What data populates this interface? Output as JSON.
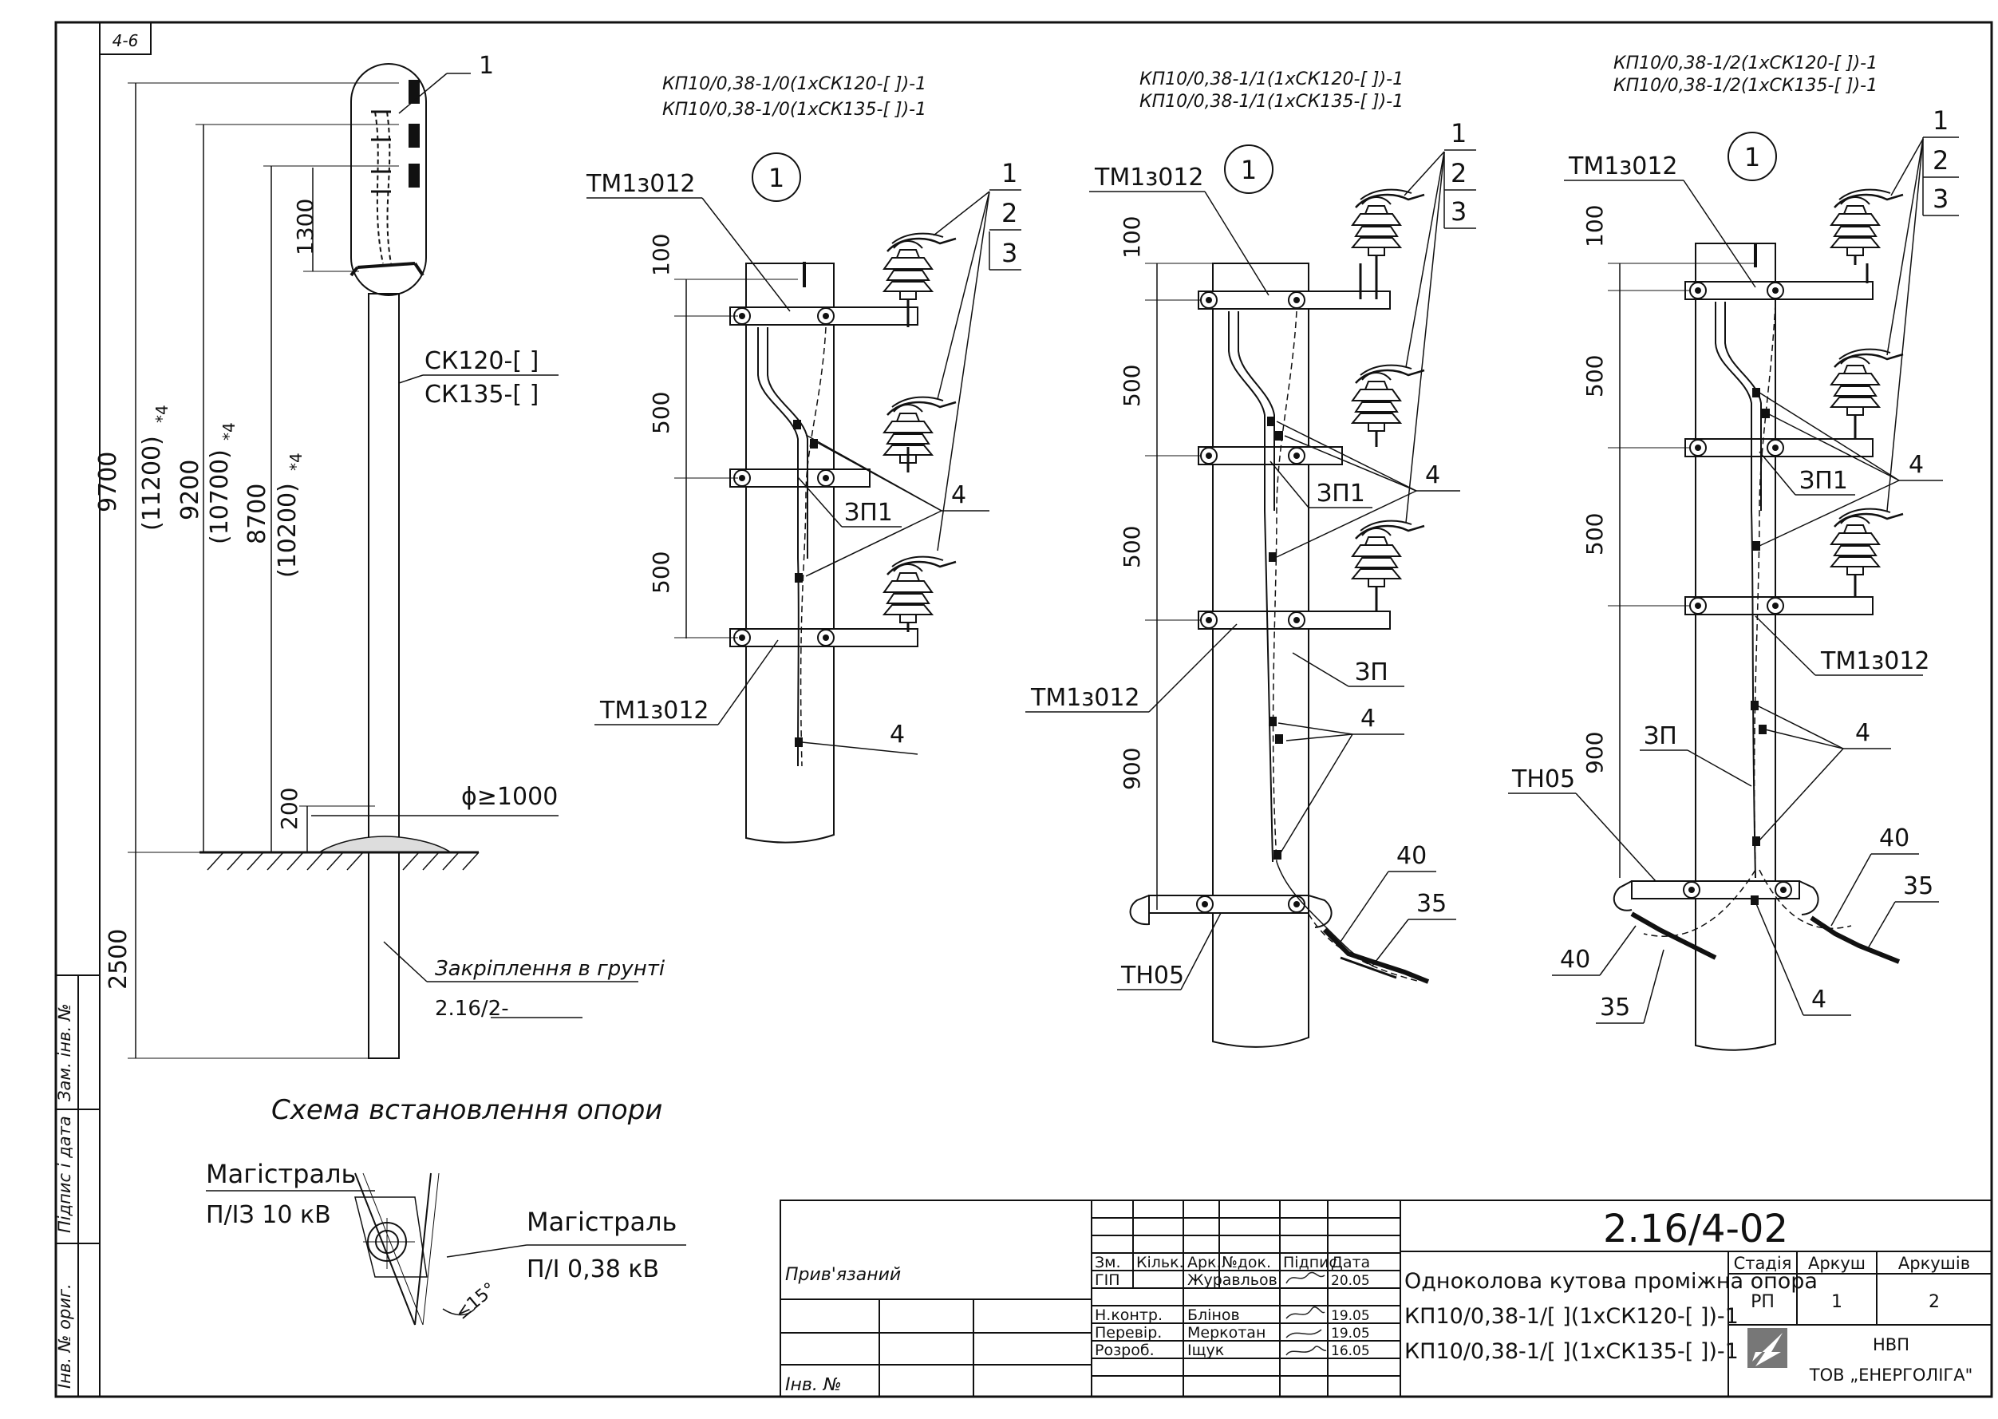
{
  "sheet": {
    "corner_code": "4-6",
    "drawing_number": "2.16/4-02",
    "side_strip": [
      "Інв. № ориг.",
      "Підпис і дата",
      "Зам. інв. №"
    ]
  },
  "left_pole": {
    "callout": "1",
    "dims": [
      "1300",
      "200",
      "2500"
    ],
    "heights": [
      [
        "9700",
        "(11200)"
      ],
      [
        "9200",
        "(10700)"
      ],
      [
        "8700",
        "(10200)"
      ]
    ],
    "note_mark": "*4",
    "pole_types": [
      "СК120-[   ]",
      "СК135-[   ]"
    ],
    "diameter": "ϕ≥1000",
    "ground_fix_label": "Закріплення в грунті",
    "ground_fix_ref": "2.16/2-"
  },
  "scheme": {
    "title": "Схема встановлення опори",
    "line1_name": "Магістраль",
    "line1_spec": "П/ІЗ 10 кВ",
    "line2_name": "Магістраль",
    "line2_spec": "П/І 0,38 кВ",
    "angle": "≤15°"
  },
  "view1": {
    "titles": [
      "КП10/0,38-1/0(1хСК120-[ ])-1",
      "КП10/0,38-1/0(1хСК135-[ ])-1"
    ],
    "callout": "1",
    "top_label": "ТМ1з012",
    "bottom_label": "ТМ1з012",
    "zp_label": "ЗП1",
    "dims": [
      "100",
      "500",
      "500"
    ],
    "items": [
      "1",
      "2",
      "3"
    ],
    "ref4": "4"
  },
  "view2": {
    "titles": [
      "КП10/0,38-1/1(1хСК120-[ ])-1",
      "КП10/0,38-1/1(1хСК135-[ ])-1"
    ],
    "callout": "1",
    "top_label": "ТМ1з012",
    "mid_label": "ТМ1з012",
    "zp1_label": "ЗП1",
    "zp_label": "ЗП",
    "tn_label": "ТН05",
    "dims": [
      "100",
      "500",
      "500",
      "900"
    ],
    "items": [
      "1",
      "2",
      "3"
    ],
    "ref4": "4",
    "ref40": "40",
    "ref35": "35"
  },
  "view3": {
    "titles": [
      "КП10/0,38-1/2(1хСК120-[ ])-1",
      "КП10/0,38-1/2(1хСК135-[ ])-1"
    ],
    "callout": "1",
    "top_label": "ТМ1з012",
    "mid_label": "ТМ1з012",
    "zp1_label": "ЗП1",
    "zp_label": "ЗП",
    "tn_label": "ТН05",
    "dims": [
      "100",
      "500",
      "500",
      "900"
    ],
    "items": [
      "1",
      "2",
      "3"
    ],
    "ref4": "4",
    "ref40": "40",
    "ref35": "35"
  },
  "title_block": {
    "bound": "Прив'язаний",
    "inv": "Інв. №",
    "headers": [
      "Зм.",
      "Кільк.",
      "Арк.",
      "№док.",
      "Підпис",
      "Дата"
    ],
    "rows": [
      {
        "role": "ГІП",
        "name": "Журавльов",
        "date": "20.05"
      },
      {
        "role": "Н.контр.",
        "name": "Блінов",
        "date": "19.05"
      },
      {
        "role": "Перевір.",
        "name": "Меркотан",
        "date": "19.05"
      },
      {
        "role": "Розроб.",
        "name": "Іщук",
        "date": "16.05"
      }
    ],
    "desc": [
      "Одноколова кутова проміжна опора",
      "КП10/0,38-1/[ ](1хСК120-[ ])-1",
      "КП10/0,38-1/[ ](1хСК135-[ ])-1"
    ],
    "stage_h": "Стадія",
    "sheet_h": "Аркуш",
    "sheets_h": "Аркушів",
    "stage": "РП",
    "sheet": "1",
    "sheets": "2",
    "company1": "НВП",
    "company2": "ТОВ „ЕНЕРГОЛІГА\""
  }
}
